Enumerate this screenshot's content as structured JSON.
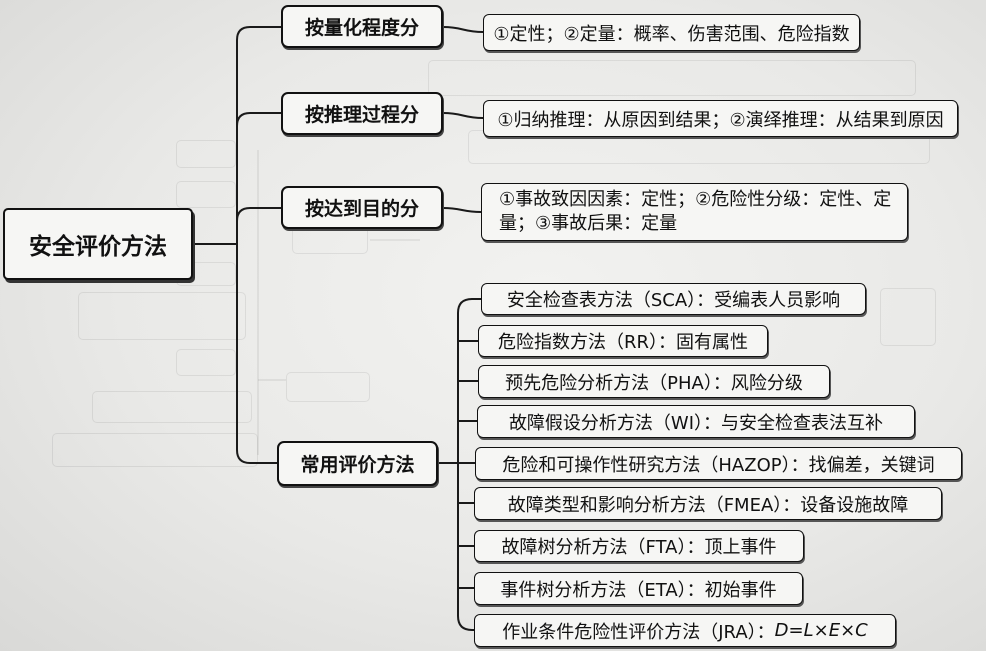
{
  "root": {
    "label": "安全评价方法"
  },
  "branches": [
    {
      "label": "按量化程度分",
      "detail": "①定性；②定量：概率、伤害范围、危险指数"
    },
    {
      "label": "按推理过程分",
      "detail": "①归纳推理：从原因到结果；②演绎推理：从结果到原因"
    },
    {
      "label": "按达到目的分",
      "detail": "①事故致因因素：定性；②危险性分级：定性、定量；③事故后果：定量"
    },
    {
      "label": "常用评价方法",
      "methods": [
        {
          "text": "安全检查表方法（SCA）：受编表人员影响"
        },
        {
          "text": "危险指数方法（RR）：固有属性"
        },
        {
          "text": "预先危险分析方法（PHA）：风险分级"
        },
        {
          "text": "故障假设分析方法（WI）：与安全检查表法互补"
        },
        {
          "text": "危险和可操作性研究方法（HAZOP）：找偏差，关键词"
        },
        {
          "text": "故障类型和影响分析方法（FMEA）：设备设施故障"
        },
        {
          "text": "故障树分析方法（FTA）：顶上事件"
        },
        {
          "text": "事件树分析方法（ETA）：初始事件"
        },
        {
          "text": "作业条件危险性评价方法（JRA）：",
          "formula": "D=L×E×C"
        }
      ]
    }
  ],
  "colors": {
    "line": "#1a1a1a",
    "border": "#111111",
    "box": "#f6f6f4"
  }
}
